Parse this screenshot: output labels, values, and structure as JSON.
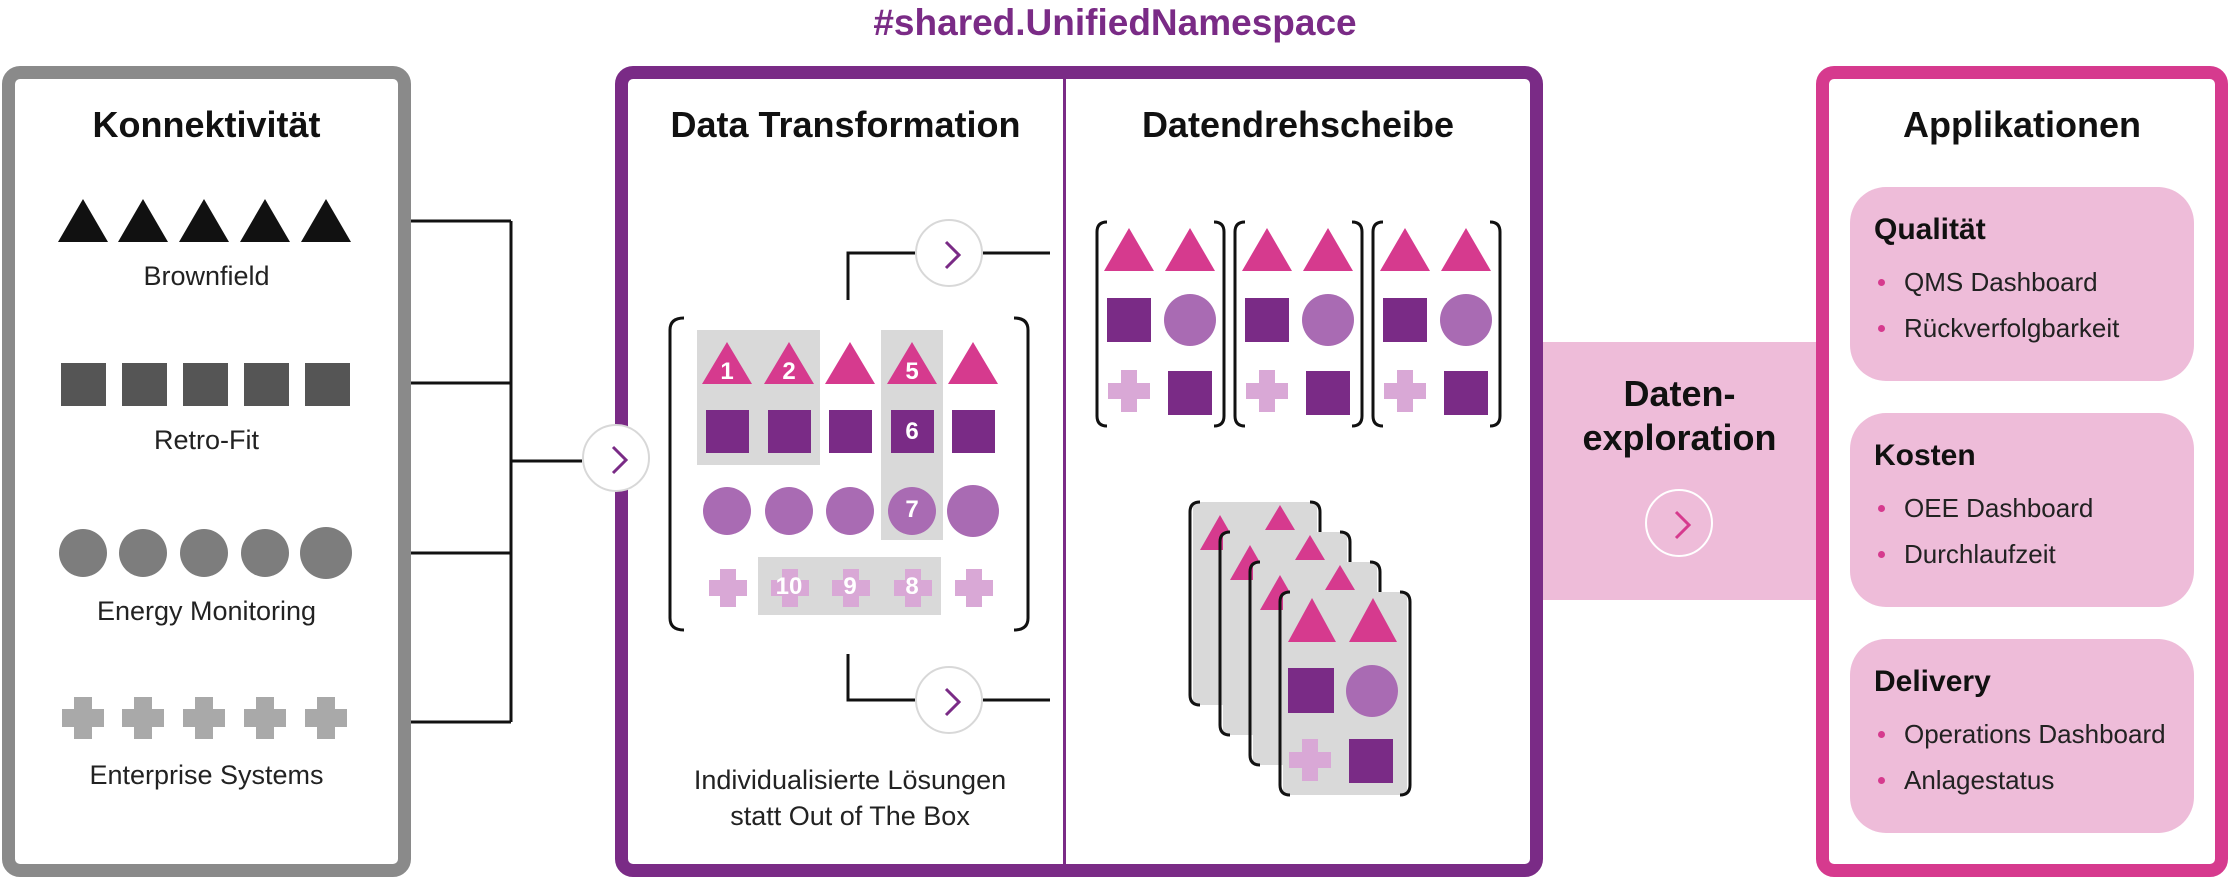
{
  "header": {
    "title": "#shared.UnifiedNamespace"
  },
  "konnektivitaet": {
    "title": "Konnektivität",
    "groups": [
      {
        "label": "Brownfield",
        "shape": "triangle-icon"
      },
      {
        "label": "Retro-Fit",
        "shape": "square-icon"
      },
      {
        "label": "Energy Monitoring",
        "shape": "circle-icon"
      },
      {
        "label": "Enterprise Systems",
        "shape": "cross-icon"
      }
    ]
  },
  "transformation": {
    "title": "Data Transformation",
    "note_line1": "Individualisierte Lösungen",
    "note_line2": "statt Out of The Box",
    "numbers": {
      "n1": "1",
      "n2": "2",
      "n5": "5",
      "n6": "6",
      "n7": "7",
      "n8": "8",
      "n9": "9",
      "n10": "10"
    }
  },
  "drehscheibe": {
    "title": "Datendrehscheibe"
  },
  "exploration": {
    "line1": "Daten-",
    "line2": "exploration"
  },
  "applikationen": {
    "title": "Applikationen",
    "cards": [
      {
        "title": "Qualität",
        "items": [
          "QMS Dashboard",
          "Rückverfolgbarkeit"
        ]
      },
      {
        "title": "Kosten",
        "items": [
          "OEE Dashboard",
          "Durchlaufzeit"
        ]
      },
      {
        "title": "Delivery",
        "items": [
          "Operations Dashboard",
          "Anlagestatus"
        ]
      }
    ]
  },
  "colors": {
    "gray": "#8a8a8a",
    "purple": "#7a2b86",
    "magenta": "#d63a8e",
    "pink": "#eebcd9",
    "pink_triangle": "#d63a8e",
    "square_purple": "#7a2b86",
    "circle_purple": "#a96bb3",
    "cross_pink": "#d9a8d6"
  }
}
